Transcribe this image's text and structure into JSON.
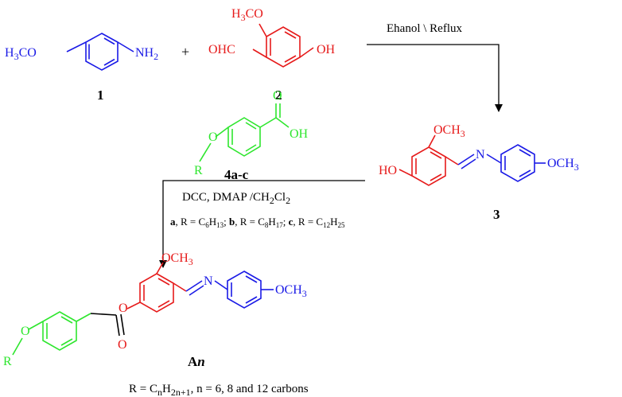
{
  "colors": {
    "blue": "#1a1ae6",
    "red": "#e61a1a",
    "green": "#2ee62e",
    "black": "#000000"
  },
  "compound1": {
    "prefix": "H3CO",
    "suffix": "NH2",
    "number": "1"
  },
  "plus": "+",
  "compound2": {
    "methoxy": "H3CO",
    "aldehyde": "OHC",
    "hydroxy": "OH",
    "number": "2"
  },
  "step1": {
    "conditions": "Ehanol \\ Reflux"
  },
  "compound3": {
    "methoxy": "OCH3",
    "imine_n": "N",
    "hydroxy": "HO",
    "terminal": "OCH3",
    "number": "3"
  },
  "compound4": {
    "r": "R",
    "o": "O",
    "carbonyl_o": "O",
    "oh": "OH",
    "number": "4a-c"
  },
  "step2": {
    "reagents": "DCC, DMAP /CH2Cl2",
    "variants": [
      {
        "id": "a",
        "formula": "C6H13"
      },
      {
        "id": "b",
        "formula": "C8H17"
      },
      {
        "id": "c",
        "formula": "C12H25"
      }
    ]
  },
  "product": {
    "r": "R",
    "o_ether": "O",
    "o_ester": "O",
    "o_carbonyl": "O",
    "methoxy": "OCH3",
    "imine_n": "N",
    "terminal": "OCH3",
    "number": "An",
    "footnote": "R = CnH2n+1, n = 6, 8 and 12 carbons"
  }
}
